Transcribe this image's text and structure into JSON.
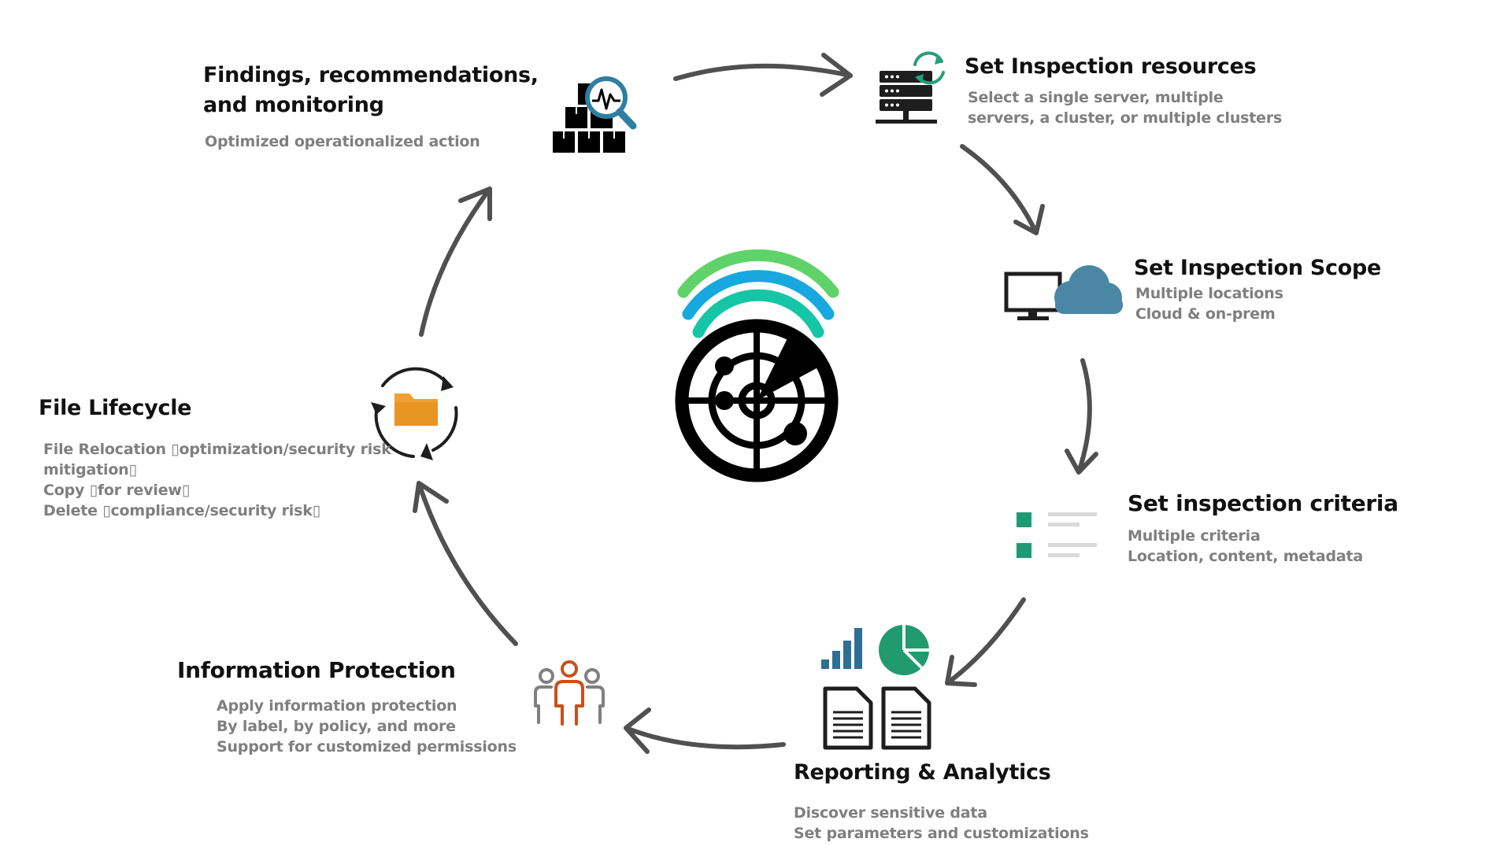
{
  "center": {
    "icon": "radar-icon"
  },
  "colors": {
    "arc_green": "#5fd36a",
    "arc_blue": "#17a8e0",
    "arc_teal": "#14c6a6",
    "radar": "#000000",
    "arrow": "#505050",
    "server_refresh": "#2a9d7a",
    "magnifier": "#2f7fa0",
    "cloud": "#4a87a6",
    "criteria_green": "#1e9a74",
    "chart_blue": "#2e6e93",
    "pie_green": "#219a6f",
    "person_orange": "#c94f1a",
    "folder_orange": "#f0a033"
  },
  "steps": {
    "resources": {
      "icon": "server-refresh-icon",
      "title": "Set Inspection resources",
      "lines": [
        "Select a single server, multiple",
        "servers, a cluster, or multiple clusters"
      ]
    },
    "scope": {
      "icon": "monitor-cloud-icon",
      "title": "Set Inspection Scope",
      "lines": [
        "Multiple locations",
        "Cloud & on-prem"
      ]
    },
    "criteria": {
      "icon": "checklist-icon",
      "title": "Set inspection criteria",
      "lines": [
        "Multiple criteria",
        "Location, content, metadata"
      ]
    },
    "reporting": {
      "icon": "reports-charts-icon",
      "title": "Reporting & Analytics",
      "lines": [
        "Discover sensitive data",
        "Set parameters and customizations"
      ]
    },
    "protection": {
      "icon": "people-group-icon",
      "title": "Information Protection",
      "lines": [
        "Apply information protection",
        "By label, by policy, and more",
        "Support for customized permissions"
      ]
    },
    "lifecycle": {
      "icon": "folder-cycle-icon",
      "title": "File Lifecycle",
      "lines": [
        "File Relocation ▯optimization/security risk",
        "mitigation▯",
        "Copy ▯for review▯",
        "Delete ▯compliance/security risk▯"
      ]
    },
    "findings": {
      "icon": "boxes-magnifier-icon",
      "title_lines": [
        "Findings, recommendations,",
        "and monitoring"
      ],
      "lines": [
        "Optimized operationalized action"
      ]
    }
  }
}
